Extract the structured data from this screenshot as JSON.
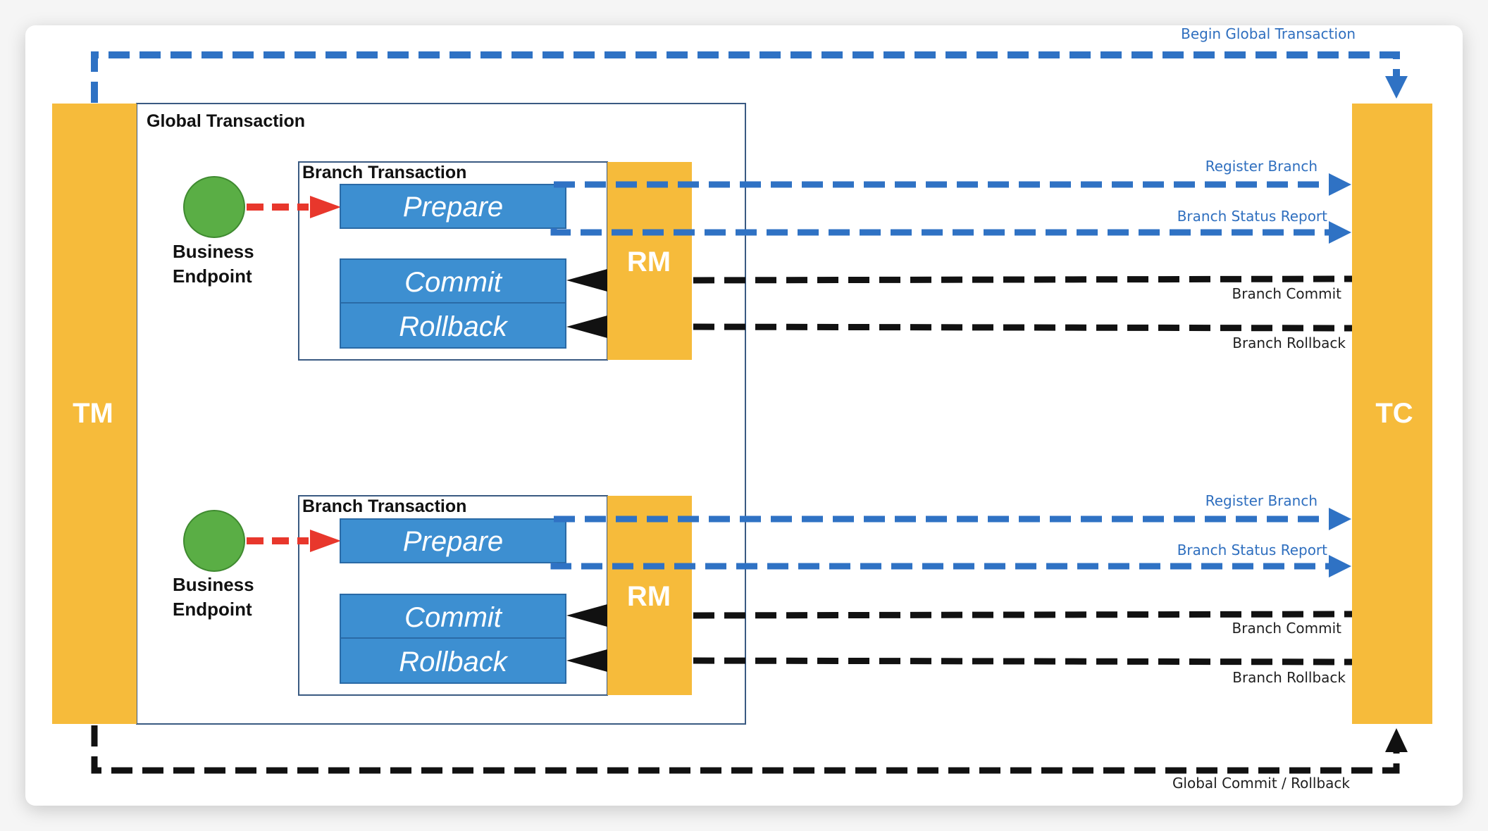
{
  "tm_label": "TM",
  "tc_label": "TC",
  "global_transaction_label": "Global Transaction",
  "begin_global_label": "Begin Global Transaction",
  "global_commit_rollback_label": "Global Commit / Rollback",
  "branches": [
    {
      "endpoint_line1": "Business",
      "endpoint_line2": "Endpoint",
      "branch_title": "Branch Transaction",
      "prepare": "Prepare",
      "commit": "Commit",
      "rollback": "Rollback",
      "rm": "RM",
      "register_branch": "Register Branch",
      "status_report": "Branch Status Report",
      "branch_commit": "Branch Commit",
      "branch_rollback": "Branch Rollback"
    },
    {
      "endpoint_line1": "Business",
      "endpoint_line2": "Endpoint",
      "branch_title": "Branch Transaction",
      "prepare": "Prepare",
      "commit": "Commit",
      "rollback": "Rollback",
      "rm": "RM",
      "register_branch": "Register Branch",
      "status_report": "Branch Status Report",
      "branch_commit": "Branch Commit",
      "branch_rollback": "Branch Rollback"
    }
  ],
  "colors": {
    "orange": "#f6bb3b",
    "blue_box": "#3d8fd1",
    "blue_line": "#2f72c4",
    "black_line": "#111111",
    "red_arrow": "#e8372c",
    "green_endpoint": "#5aae45"
  }
}
